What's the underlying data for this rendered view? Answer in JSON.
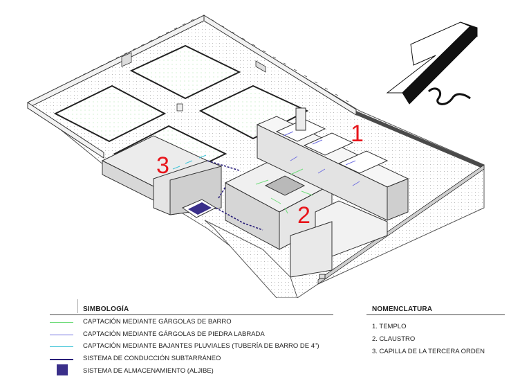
{
  "site_labels": {
    "templo": "1",
    "claustro": "2",
    "capilla": "3"
  },
  "north_symbol": "north-arrow-icon",
  "legend": {
    "title": "SIMBOLOGÍA",
    "items": [
      {
        "label": "CAPTACIÓN MEDIANTE GÁRGOLAS DE BARRO",
        "color": "#6fdc7a",
        "kind": "arrow"
      },
      {
        "label": "CAPTACIÓN MEDIANTE GÁRGOLAS DE PIEDRA LABRADA",
        "color": "#6f6fe0",
        "kind": "arrow"
      },
      {
        "label": "CAPTACIÓN MEDIANTE BAJANTES PLUVIALES (TUBERÍA DE BARRO DE 4\")",
        "color": "#3fc4d8",
        "kind": "arrow"
      },
      {
        "label": "SISTEMA DE CONDUCCIÓN SUBTARRÁNEO",
        "color": "#2a1f7a",
        "kind": "line"
      },
      {
        "label": "SISTEMA DE ALMACENAMIENTO (ALJIBE)",
        "color": "#3a2f8a",
        "kind": "box"
      }
    ]
  },
  "nomenclature": {
    "title": "NOMENCLATURA",
    "items": [
      "1. TEMPLO",
      "2. CLAUSTRO",
      "3. CAPILLA DE LA TERCERA ORDEN"
    ]
  }
}
